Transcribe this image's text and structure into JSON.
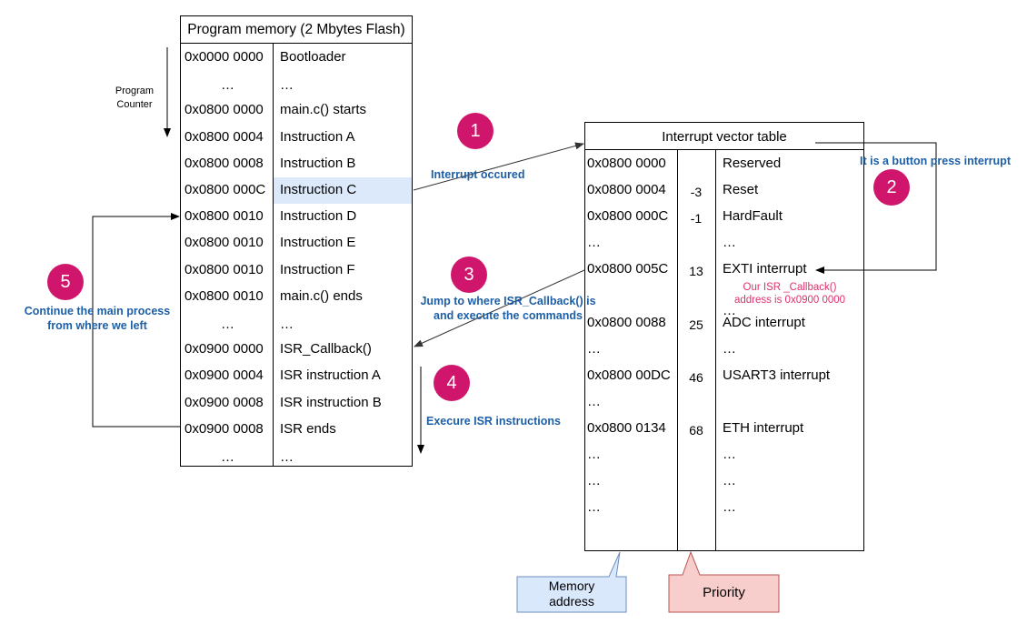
{
  "program_memory": {
    "title": "Program memory (2 Mbytes Flash)",
    "rows": [
      {
        "addr": "0x0000 0000",
        "content": "Bootloader"
      },
      {
        "addr": "…",
        "content": "…"
      },
      {
        "addr": "0x0800 0000",
        "content": "main.c()  starts"
      },
      {
        "addr": "0x0800 0004",
        "content": "Instruction A"
      },
      {
        "addr": "0x0800 0008",
        "content": "Instruction B"
      },
      {
        "addr": "0x0800 000C",
        "content": "Instruction C"
      },
      {
        "addr": "0x0800 0010",
        "content": "Instruction D"
      },
      {
        "addr": "0x0800 0010",
        "content": "Instruction E"
      },
      {
        "addr": "0x0800 0010",
        "content": "Instruction F"
      },
      {
        "addr": "0x0800 0010",
        "content": "main.c() ends"
      },
      {
        "addr": "…",
        "content": "…"
      },
      {
        "addr": "0x0900 0000",
        "content": "ISR_Callback()"
      },
      {
        "addr": "0x0900 0004",
        "content": "ISR instruction A"
      },
      {
        "addr": "0x0900 0008",
        "content": "ISR instruction B"
      },
      {
        "addr": "0x0900 0008",
        "content": "ISR ends"
      },
      {
        "addr": "…",
        "content": "…"
      }
    ]
  },
  "program_counter": {
    "line1": "Program",
    "line2": "Counter"
  },
  "vector_table": {
    "title": "Interrupt vector table",
    "rows": [
      {
        "addr": "0x0800 0000",
        "prio": "",
        "name": "Reserved"
      },
      {
        "addr": "0x0800 0004",
        "prio": "-3",
        "name": "Reset"
      },
      {
        "addr": "0x0800 000C",
        "prio": "-1",
        "name": "HardFault"
      },
      {
        "addr": "…",
        "prio": "",
        "name": "…"
      },
      {
        "addr": "0x0800 005C",
        "prio": "13",
        "name": "EXTI interrupt"
      },
      {
        "addr": "",
        "prio": "",
        "name": "…"
      },
      {
        "addr": "0x0800 0088",
        "prio": "25",
        "name": "ADC interrupt"
      },
      {
        "addr": "…",
        "prio": "",
        "name": "…"
      },
      {
        "addr": "0x0800 00DC",
        "prio": "46",
        "name": "USART3 interrupt"
      },
      {
        "addr": "…",
        "prio": "",
        "name": ""
      },
      {
        "addr": "0x0800 0134",
        "prio": "68",
        "name": "ETH interrupt"
      },
      {
        "addr": "…",
        "prio": "",
        "name": "…"
      },
      {
        "addr": "…",
        "prio": "",
        "name": "…"
      },
      {
        "addr": "…",
        "prio": "",
        "name": "…"
      }
    ],
    "exti_note_line1": "Our ISR _Callback()",
    "exti_note_line2": "address is 0x0900 0000"
  },
  "steps": {
    "s1": {
      "number": "1",
      "label": "Interrupt occured"
    },
    "s2": {
      "number": "2",
      "label": "It is a button press interrupt"
    },
    "s3": {
      "number": "3",
      "label_line1": "Jump to where ISR_Callback() is",
      "label_line2": "and execute the commands"
    },
    "s4": {
      "number": "4",
      "label": "Execure ISR instructions"
    },
    "s5": {
      "number": "5",
      "label_line1": "Continue the main process",
      "label_line2": "from where we left"
    }
  },
  "callouts": {
    "memory_address_line1": "Memory",
    "memory_address_line2": "address",
    "priority": "Priority"
  },
  "colors": {
    "step_circle": "#d0166c",
    "step_label": "#1d5fa6",
    "note": "#e0306a",
    "highlight": "#dbe9fb",
    "memory_callout_fill": "#dae8fc",
    "memory_callout_stroke": "#6c8ebf",
    "priority_callout_fill": "#f8cecc",
    "priority_callout_stroke": "#b85450"
  }
}
